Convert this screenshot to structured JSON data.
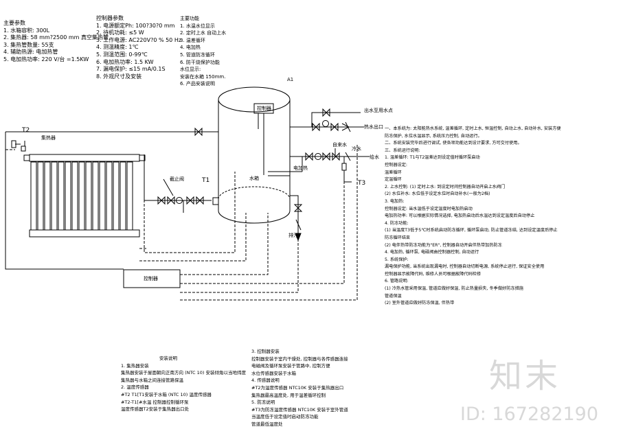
{
  "params_block_1": [
    "主要参数",
    "1. 水箱容积: 300L",
    "2. 集热器: 58   mm?2500  mm 真空集热管",
    "3. 集热管数量: 55支",
    "4. 辅助热源: 电加热管",
    "5. 电加热功率: 220    V/台 =1.5KW"
  ],
  "params_block_2": [
    "控制器参数",
    "1. 电源额定Ph: 100?30?0          mm",
    "2. 待机功耗: ≤5    W",
    "3. 工作电源:      AC220V?0   % 50 Hz",
    "4. 测温精度: 1℃",
    "5. 测温范围: 0-99℃",
    "6. 电加热功率: 1.5        KW",
    "7. 漏电保护: ≤15     mA/0.1S",
    "8. 外观尺寸及安装"
  ],
  "params_block_3": [
    "主要功能",
    "1. 水温水位显示",
    "2. 定时上水 自动上水",
    "3. 温差循环",
    "4. 电加热",
    "5. 管道防冻循环",
    "6. 防干烧保护功能",
    "   水位显示:",
    "   安装在水箱 150mm.",
    "6. 产品安装说明"
  ],
  "labels": {
    "t2": "T2",
    "t1": "T1",
    "t3": "T3",
    "a1": "A1",
    "collector": "集热器",
    "controller_top": "控制器",
    "tank": "水箱",
    "valve": "截止阀",
    "pump_box": "控制器",
    "cold_in": "冷水",
    "hot_out": "热水出口",
    "drain": "排污",
    "outlet_top": "出水至用水点",
    "supply": "给水",
    "heater": "电加热",
    "water": "自来水"
  },
  "right_notes": [
    "一、本系统为: 太阳能热水系统, 温差循环, 定时上水, 恒温控制, 自动上水, 自动补水, 安装方便",
    "   防冻保护, 水位水温显示, 系统压力控制, 自动运行。",
    "二、系统安装完毕后进行调试, 使各项功能达到设计要求, 方可交付使用。",
    "三、系统运行说明:",
    "1. 温差循环: T1与T2温差达到设定值时循环泵启动",
    "控制器设定:",
    "温差循环",
    "定温循环",
    "2. 上水控制:    (1) 定时上水: 到设定时间控制器自动开启上水阀门",
    "(2) 水位补水: 水位低于设定水位时自动补水(一般为2档)",
    "3. 电加热:",
    "控制器设定: 当水温低于设定温度时电加热启动",
    "   电加热功率: 可以根据实际情况选择, 电加热启动后水温达到设定温度后自动停止",
    "4. 防冻功能:",
    "(1) 当温度T3低于5℃时系统启动防冻循环, 循环泵启动, 防止管道冻结, 达到设定温度后停止",
    "    防冻循环结束",
    "(2) 电伴热带防冻功能为\"ER\", 控制器自动开启伴热带加热防冻",
    "4. 电加热, 循环泵, 电磁阀由控制器控制, 自动运行",
    "5. 系统保护:",
    "   漏电保护功能, 当系统出现漏电时, 控制器自动切断电源, 系统停止运行, 保证安全使用",
    "   控制器显示故障代码, 维修人员可根据故障代码检修",
    "6. 管路说明:",
    "(1) 冷热水管采用保温, 管道应做好保温, 防止热量损失, 冬季做好防冻措施",
    "    管道保温",
    "(2) 室外管道应做好防冻保温, 伴热带"
  ],
  "bottom_mid_notes": [
    "安装说明",
    "1. 集热器安装",
    "集热器安装于屋面朝向正南方向 (NTC 10)  安装倾角以当地纬度",
    "集热器与水箱之间连接管路保温",
    "2. 温度传感器",
    "#T2 T1[T1安装于水箱 (NTC 10)  温度传感器",
    "#T2-T1[#水温 控制器控制循环泵",
    "温度传感器T2安装于集热器出口处"
  ],
  "bottom_right_notes": [
    "3. 控制器安装",
    "控制器安装于室内干燥处, 控制器与各传感器连接",
    "电磁阀及循环泵安装于管路中, 控制方便",
    "水位传感器安装于水箱",
    "4. 传感器说明",
    "#T2为温度传感器 NTC10K 安装于集热器出口",
    "集热器最高温度处, 用于温差循环控制",
    "5. 防冻说明",
    "#T3为防冻温度传感器 NTC10K 安装于室外管道",
    "当温度低于设定值时启动防冻功能",
    "管道最低温度处"
  ],
  "watermark": {
    "logo": "知末",
    "id": "ID: 167282190"
  },
  "colors": {
    "line": "#000000",
    "watermark": "#d8d8d8"
  }
}
